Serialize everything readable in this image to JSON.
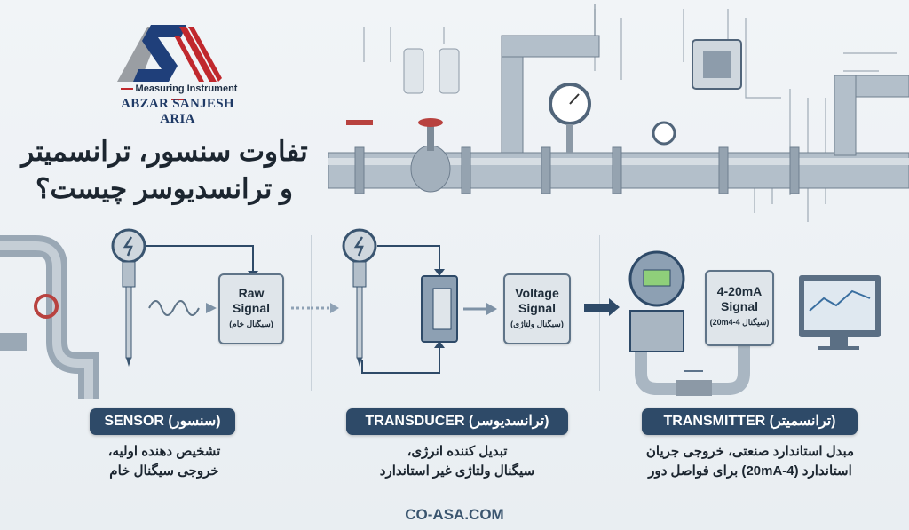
{
  "logo": {
    "tagline": "Measuring Instrument",
    "company": "ABZAR SANJESH ARIA",
    "colors": {
      "blue": "#1f3f7a",
      "red": "#c0282d",
      "gray": "#9a9ea3"
    }
  },
  "title": {
    "line1": "تفاوت سنسور، ترانسمیتر",
    "line2": "و ترانسدیوسر چیست؟"
  },
  "sections": [
    {
      "badge": "SENSOR (سنسور)",
      "signal": {
        "line1": "Raw",
        "line2": "Signal",
        "line3": "(سیگنال خام)"
      },
      "desc_line1": "تشخیص دهنده اولیه،",
      "desc_line2": "خروجی سیگنال خام"
    },
    {
      "badge": "TRANSDUCER (ترانسدیوسر)",
      "signal": {
        "line1": "Voltage",
        "line2": "Signal",
        "line3": "(سیگنال ولتاژی)"
      },
      "desc_line1": "تبدیل کننده انرژی،",
      "desc_line2": "سیگنال ولتاژی غیر استاندارد"
    },
    {
      "badge": "TRANSMITTER (ترانسمیتر)",
      "signal": {
        "line1": "4-20mA",
        "line2": "Signal",
        "line3": "(سیگنال 4-20m4)"
      },
      "desc_line1": "مبدل استاندارد صنعتی، خروجی جریان",
      "desc_line2": "استاندارد (4-20mA) برای فواصل دور"
    }
  ],
  "footer": {
    "website": "CO-ASA.COM"
  },
  "colors": {
    "badge": "#2e4a68",
    "pipe": "#a9b6c2",
    "valve": "#b8423f",
    "background": "#eef2f5"
  }
}
